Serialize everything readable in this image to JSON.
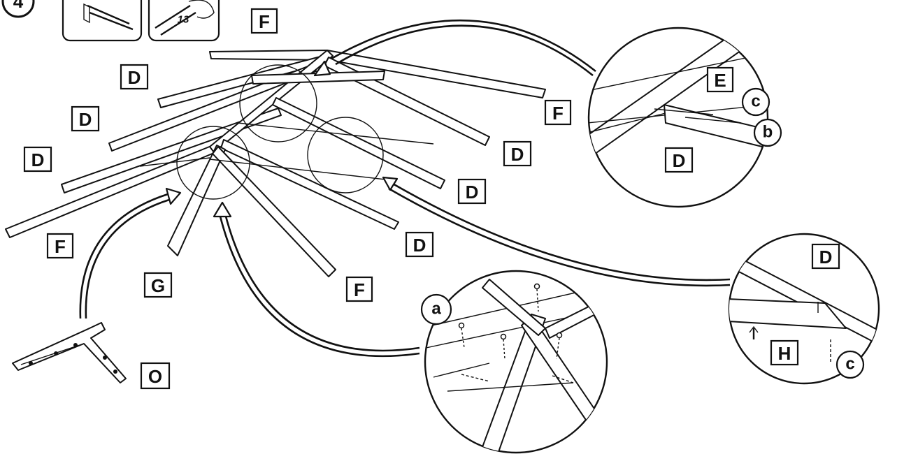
{
  "step": {
    "number": "4"
  },
  "tools": {
    "wrench_size": "13"
  },
  "parts": {
    "D": "D",
    "E": "E",
    "F": "F",
    "G": "G",
    "H": "H",
    "O": "O"
  },
  "hardware": {
    "a": "a",
    "b": "b",
    "c": "c"
  }
}
